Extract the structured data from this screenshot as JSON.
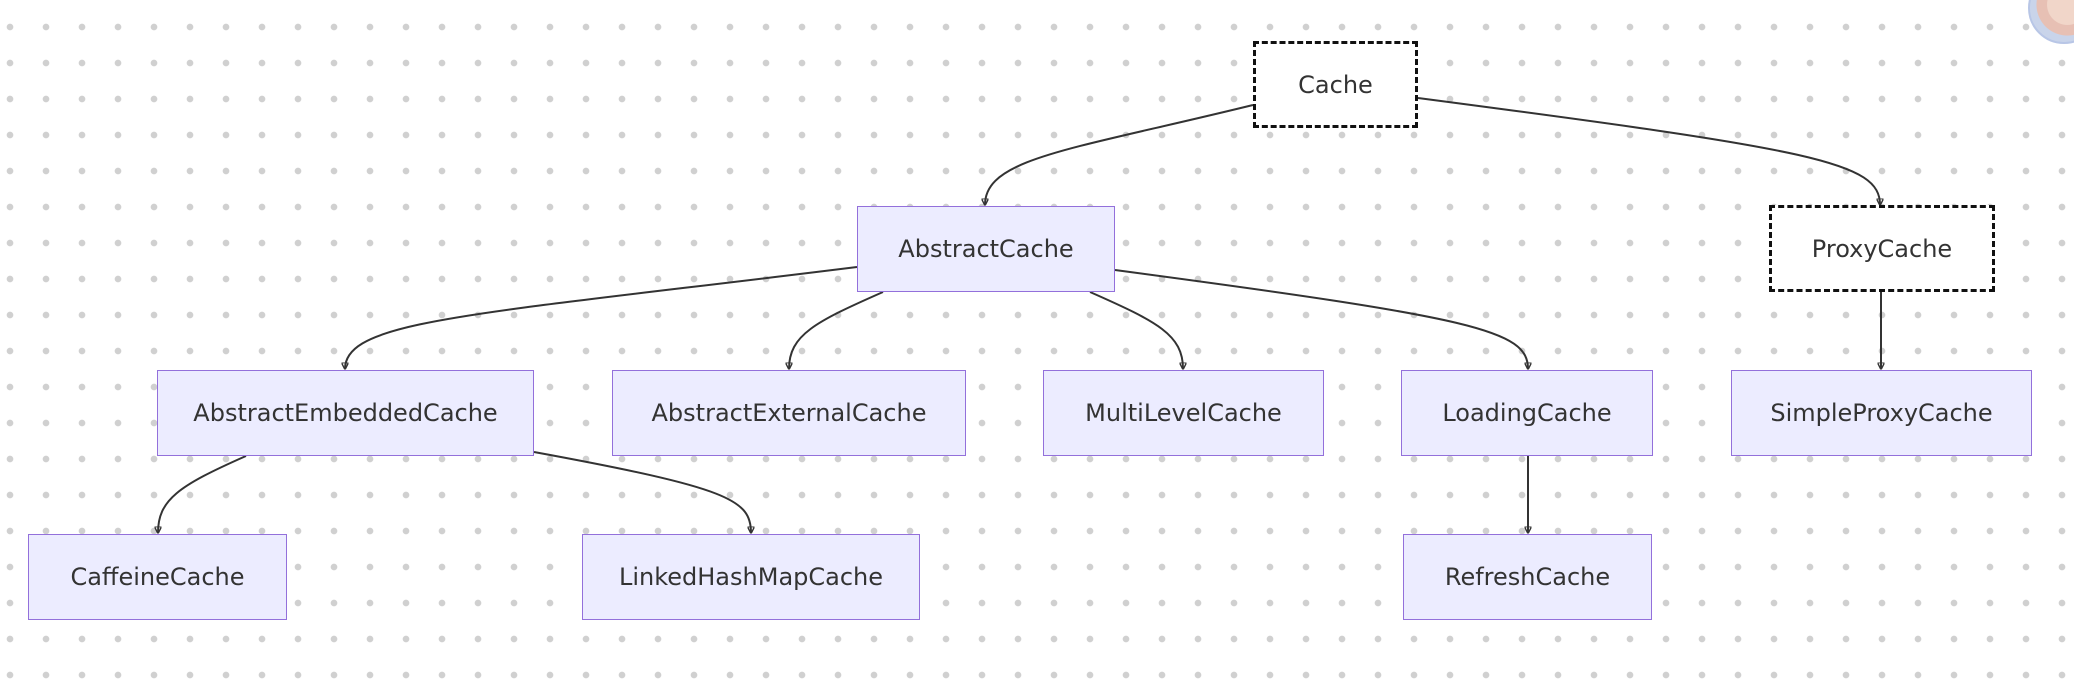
{
  "diagram": {
    "type": "class-hierarchy",
    "nodes": [
      {
        "id": "cache",
        "label": "Cache",
        "kind": "interface"
      },
      {
        "id": "abstractcache",
        "label": "AbstractCache",
        "kind": "class"
      },
      {
        "id": "proxycache",
        "label": "ProxyCache",
        "kind": "interface"
      },
      {
        "id": "abstractembeddedcache",
        "label": "AbstractEmbeddedCache",
        "kind": "class"
      },
      {
        "id": "abstractexternalcache",
        "label": "AbstractExternalCache",
        "kind": "class"
      },
      {
        "id": "multilevelcache",
        "label": "MultiLevelCache",
        "kind": "class"
      },
      {
        "id": "loadingcache",
        "label": "LoadingCache",
        "kind": "class"
      },
      {
        "id": "simpleproxycache",
        "label": "SimpleProxyCache",
        "kind": "class"
      },
      {
        "id": "caffeinecache",
        "label": "CaffeineCache",
        "kind": "class"
      },
      {
        "id": "linkedhashmapcache",
        "label": "LinkedHashMapCache",
        "kind": "class"
      },
      {
        "id": "refreshcache",
        "label": "RefreshCache",
        "kind": "class"
      }
    ],
    "edges": [
      {
        "from": "cache",
        "to": "abstractcache"
      },
      {
        "from": "cache",
        "to": "proxycache"
      },
      {
        "from": "abstractcache",
        "to": "abstractembeddedcache"
      },
      {
        "from": "abstractcache",
        "to": "abstractexternalcache"
      },
      {
        "from": "abstractcache",
        "to": "multilevelcache"
      },
      {
        "from": "abstractcache",
        "to": "loadingcache"
      },
      {
        "from": "proxycache",
        "to": "simpleproxycache"
      },
      {
        "from": "abstractembeddedcache",
        "to": "caffeinecache"
      },
      {
        "from": "abstractembeddedcache",
        "to": "linkedhashmapcache"
      },
      {
        "from": "loadingcache",
        "to": "refreshcache"
      }
    ]
  },
  "colors": {
    "node_fill": "#ececff",
    "node_border": "#9370db",
    "interface_fill": "#ffffff",
    "interface_border": "#111111",
    "edge": "#333333",
    "text": "#333333"
  }
}
